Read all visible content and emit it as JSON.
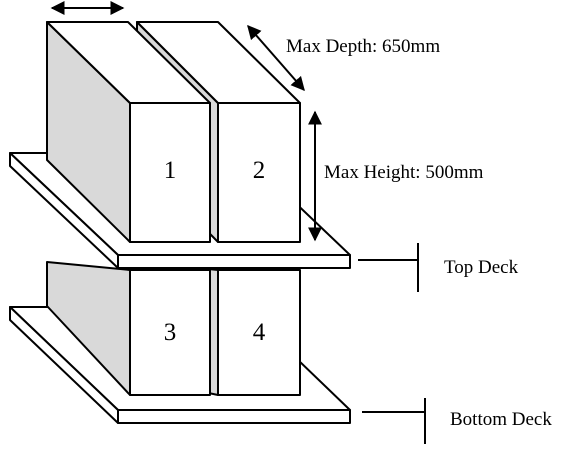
{
  "diagram": {
    "boxes": [
      {
        "label": "1"
      },
      {
        "label": "2"
      },
      {
        "label": "3"
      },
      {
        "label": "4"
      }
    ],
    "annotations": {
      "max_depth": "Max Depth: 650mm",
      "max_height": "Max Height: 500mm",
      "top_deck": "Top Deck",
      "bottom_deck": "Bottom Deck"
    },
    "colors": {
      "side_face": "#d9d9d9",
      "stroke": "#000000",
      "background": "#ffffff"
    }
  }
}
